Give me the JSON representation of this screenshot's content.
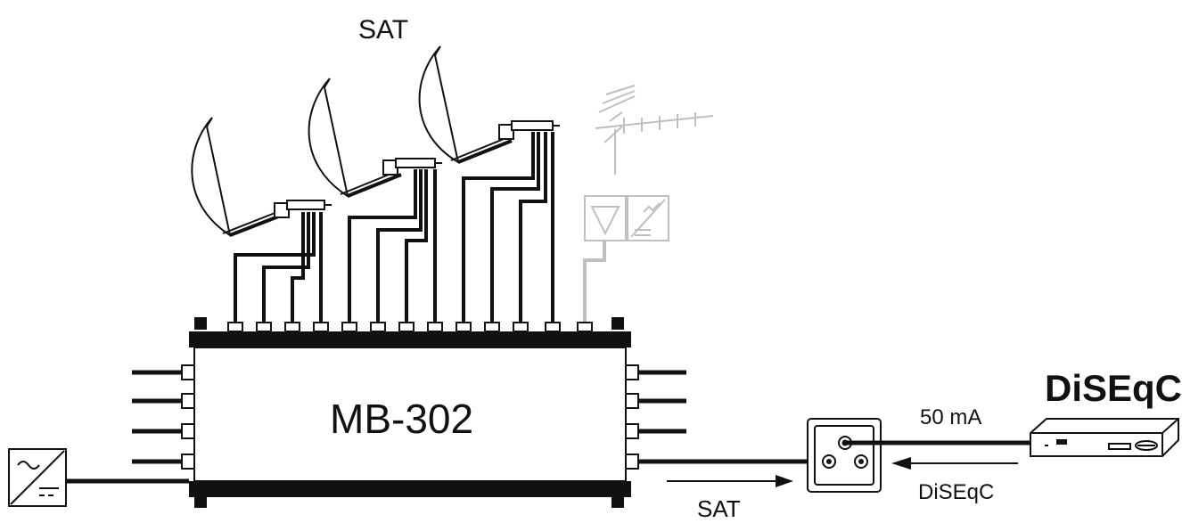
{
  "labels": {
    "sat_top": "SAT",
    "model": "MB-302",
    "current": "50 mA",
    "diseqc_title": "DiSEqC",
    "diseqc_arrow": "DiSEqC",
    "sat_bottom": "SAT"
  },
  "colors": {
    "line": "#111111",
    "terrestrial": "#bfbfbf",
    "background": "#ffffff"
  },
  "icons": {
    "dish": "satellite-dish-icon",
    "antenna": "yagi-antenna-icon",
    "amplifier": "amplifier-icon",
    "psu": "power-supply-icon",
    "receiver": "satellite-receiver-icon",
    "wall_outlet": "wall-socket-icon"
  }
}
